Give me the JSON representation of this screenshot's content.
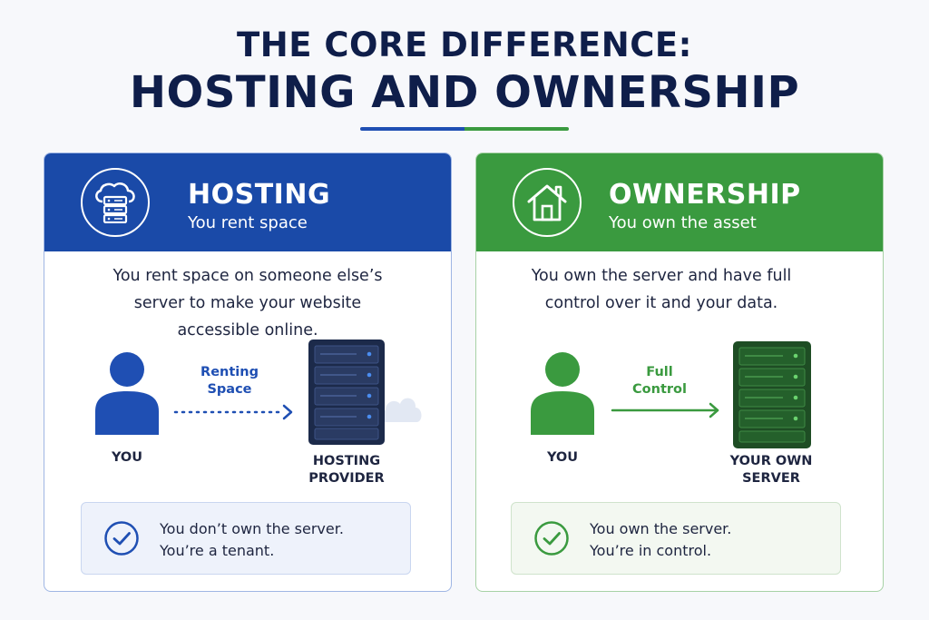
{
  "title": {
    "line1": "THE CORE DIFFERENCE:",
    "line2": "HOSTING AND OWNERSHIP"
  },
  "colors": {
    "hosting_accent": "#1a4aa8",
    "ownership_accent": "#3a9a3f",
    "title": "#0f1e4a"
  },
  "hosting": {
    "icon": "cloud-server-icon",
    "heading": "HOSTING",
    "subheading": "You rent space",
    "description": [
      "You rent space on someone else’s",
      "server to make your website",
      "accessible online."
    ],
    "person_icon": "person-icon",
    "flow_label": [
      "Renting",
      "Space"
    ],
    "person_label": "YOU",
    "server_icon": "server-rack-icon",
    "server_label": [
      "HOSTING",
      "PROVIDER"
    ],
    "note_icon": "check-circle-icon",
    "note": [
      "You don’t own the server.",
      "You’re a tenant."
    ]
  },
  "ownership": {
    "icon": "house-icon",
    "heading": "OWNERSHIP",
    "subheading": "You own the asset",
    "description": [
      "You own the server and have full",
      "control over it and your data."
    ],
    "person_icon": "person-icon",
    "flow_label": [
      "Full",
      "Control"
    ],
    "person_label": "YOU",
    "server_icon": "server-rack-icon",
    "server_label": [
      "YOUR OWN",
      "SERVER"
    ],
    "note_icon": "check-circle-icon",
    "note": [
      "You own the server.",
      "You’re in control."
    ]
  }
}
